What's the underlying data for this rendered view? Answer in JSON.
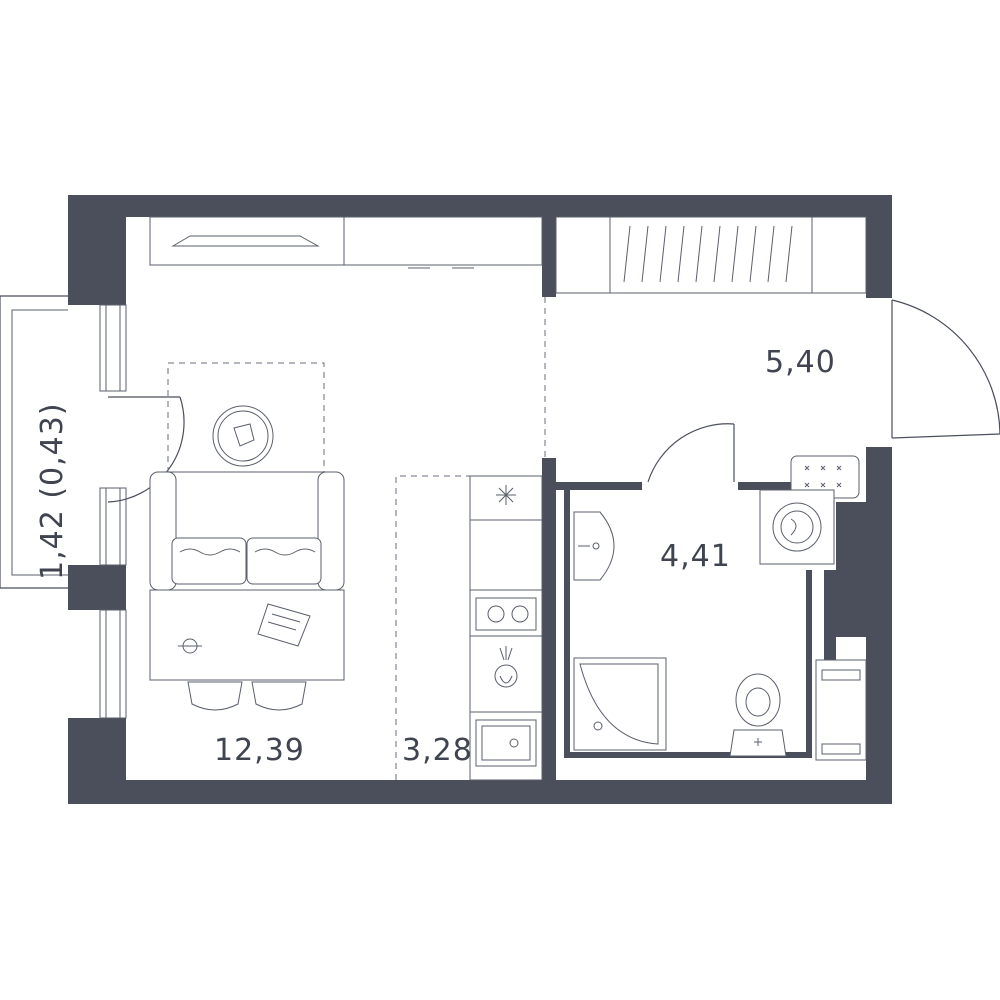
{
  "plan": {
    "rooms": {
      "living_area": "12,39",
      "kitchen_area": "3,28",
      "hall_area": "5,40",
      "bathroom_area": "4,41"
    },
    "balcony_label": "1,42 (0,43)"
  },
  "colors": {
    "wall": "#4a4f5b",
    "line": "#5a5f6b",
    "background": "#ffffff"
  }
}
